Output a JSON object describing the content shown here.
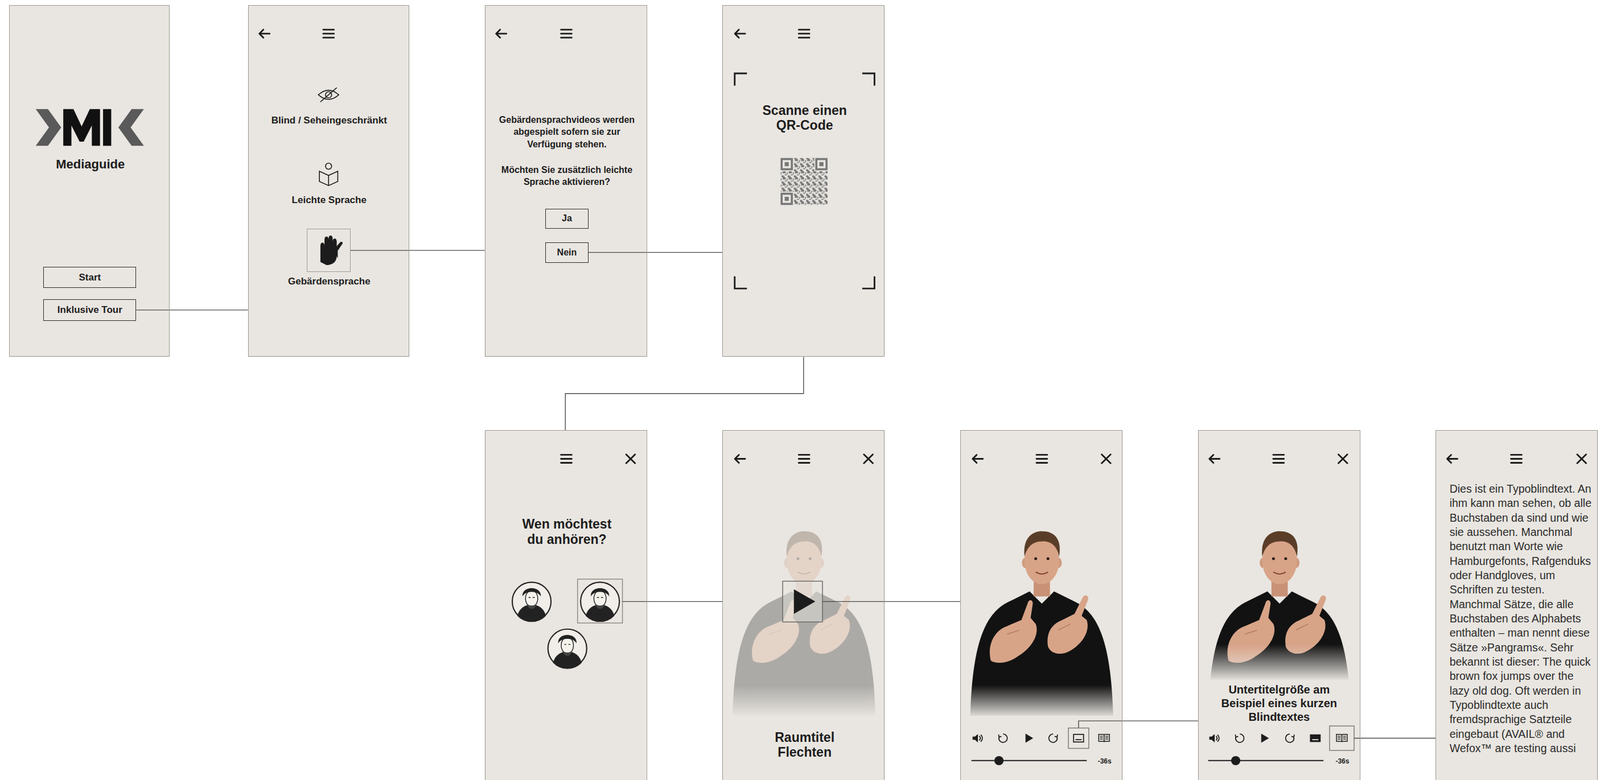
{
  "diagram": {
    "nodes": [
      {
        "text": [
          "Mediaguide"
        ]
      },
      {
        "text": [
          "Start"
        ],
        "in": 0
      },
      {
        "text": [
          "Inklusive Tour"
        ],
        "in": 0
      },
      {
        "text": [
          "Blind / Seheingeschränkt",
          "Leichte Sprache"
        ]
      },
      {
        "text": [
          "Gebärdensprache"
        ],
        "in": 3
      },
      {
        "text": [
          "Gebärdensprachvideos werden abgespielt sofern sie zur Verfügung stehen.",
          "Möchten Sie zusätzlich leichte Sprache aktivieren?"
        ]
      },
      {
        "text": [
          "Ja"
        ],
        "in": 5
      },
      {
        "text": [
          "Nein"
        ],
        "in": 5
      },
      {
        "text": [
          "Scanne einen QR-Code"
        ]
      },
      {
        "text": [
          "Wen möchtest du anhören?"
        ]
      },
      {
        "text": [
          "Raumtitel Flechten"
        ]
      },
      {
        "text": [
          "-36s"
        ]
      },
      {
        "text": [
          "Untertitelgröße am Beispiel eines kurzen Blindtextes",
          "-36s"
        ]
      },
      {
        "text": [
          "Dies ist ein Typoblindtext. An ihm kann man sehen, ob alle Buchstaben da sind und wie sie aussehen. Manchmal benutzt man Worte wie Hamburgefonts, Rafgenduks oder Handgloves, um Schriften zu testen. Manchmal Sätze, die alle Buchstaben des Alphabets enthalten – man nennt diese Sätze »Pangrams«. Sehr bekannt ist dieser: The quick brown fox jumps over the lazy old dog. Oft werden in Typoblindtexte auch fremdsprachige Satzteile eingebaut (AVAIL® and Wefox™ are testing aussi"
        ]
      }
    ],
    "edges": [
      {
        "from": 2,
        "to": 3,
        "arrow": "none"
      },
      {
        "from": 4,
        "to": 5,
        "arrow": "none"
      },
      {
        "from": 7,
        "to": 8,
        "arrow": "none"
      },
      {
        "from": 8,
        "to": 9,
        "arrow": "none"
      },
      {
        "from": 9,
        "to": 10,
        "arrow": "none"
      },
      {
        "from": 10,
        "to": 11,
        "arrow": "none"
      },
      {
        "from": 11,
        "to": 12,
        "arrow": "none"
      },
      {
        "from": 12,
        "to": 13,
        "arrow": "none"
      }
    ]
  }
}
